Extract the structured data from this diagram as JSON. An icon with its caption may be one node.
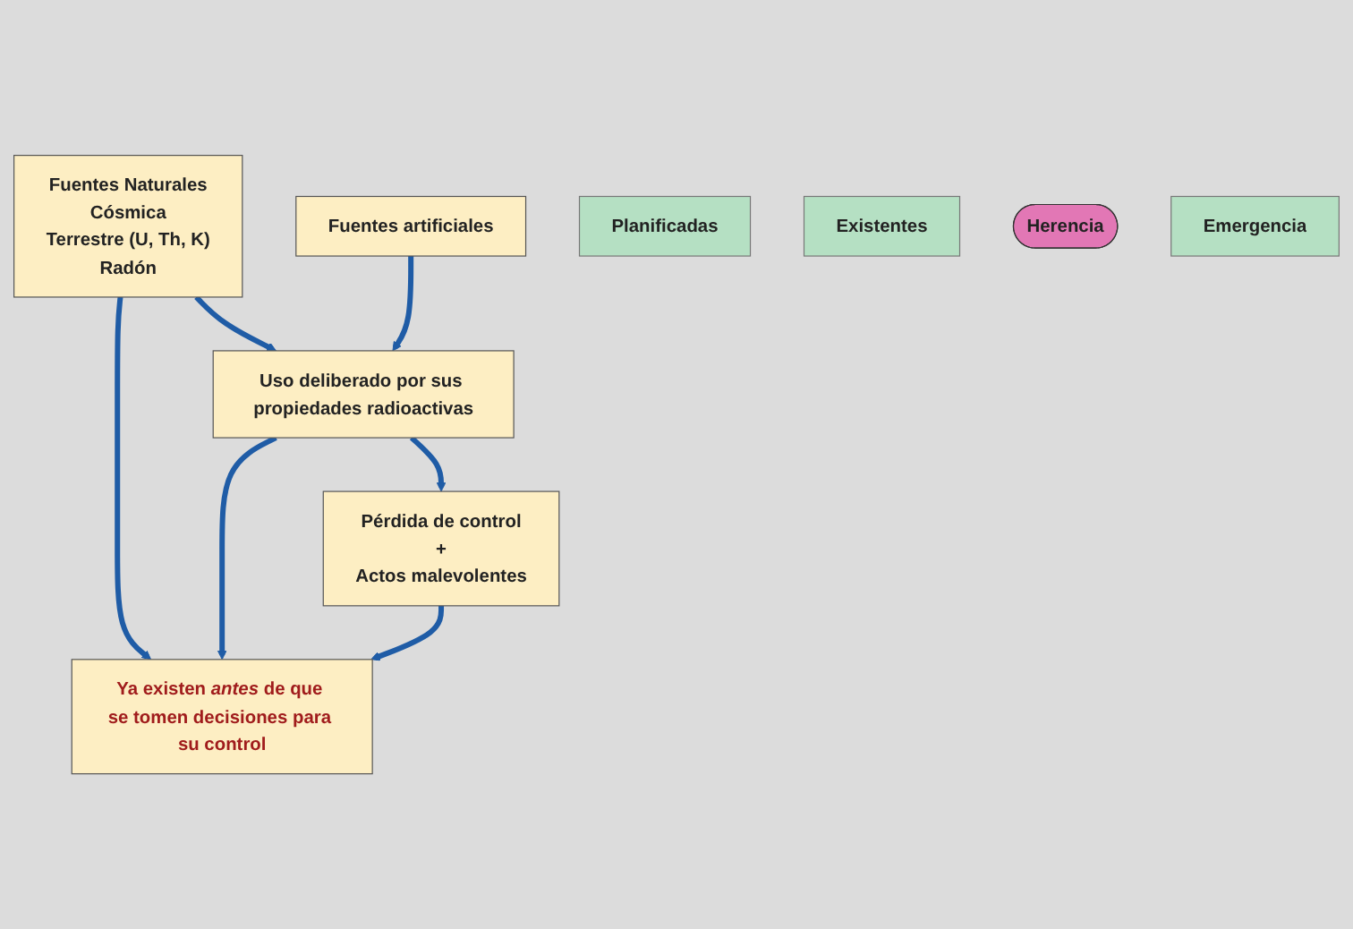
{
  "diagram": {
    "nodes": [
      {
        "text": [
          "Fuentes Naturales",
          "Cósmica",
          "Terrestre (U, Th, K)",
          "Radón"
        ]
      },
      {
        "text": [
          "Fuentes artificiales"
        ]
      },
      {
        "text": [
          "Planificadas"
        ]
      },
      {
        "text": [
          "Existentes"
        ]
      },
      {
        "text": [
          "Uso deliberado por sus propiedades radioactivas"
        ]
      },
      {
        "text": [
          "Ya existen *antes* de que se tomen decisiones para su control"
        ]
      },
      {
        "text": [
          "Herencia"
        ]
      },
      {
        "text": [
          "Emergencia"
        ]
      },
      {
        "text": [
          "Pérdida de control",
          "+",
          "Actos malevolentes"
        ]
      }
    ],
    "edges": [
      {
        "from": 0,
        "to": 5,
        "arrow": "to"
      },
      {
        "from": 0,
        "to": 4,
        "arrow": "to"
      },
      {
        "from": 1,
        "to": 4,
        "arrow": "to"
      },
      {
        "from": 4,
        "to": 5,
        "arrow": "to"
      },
      {
        "from": 4,
        "to": 8,
        "arrow": "to"
      },
      {
        "from": 8,
        "to": 5,
        "arrow": "to"
      }
    ]
  }
}
